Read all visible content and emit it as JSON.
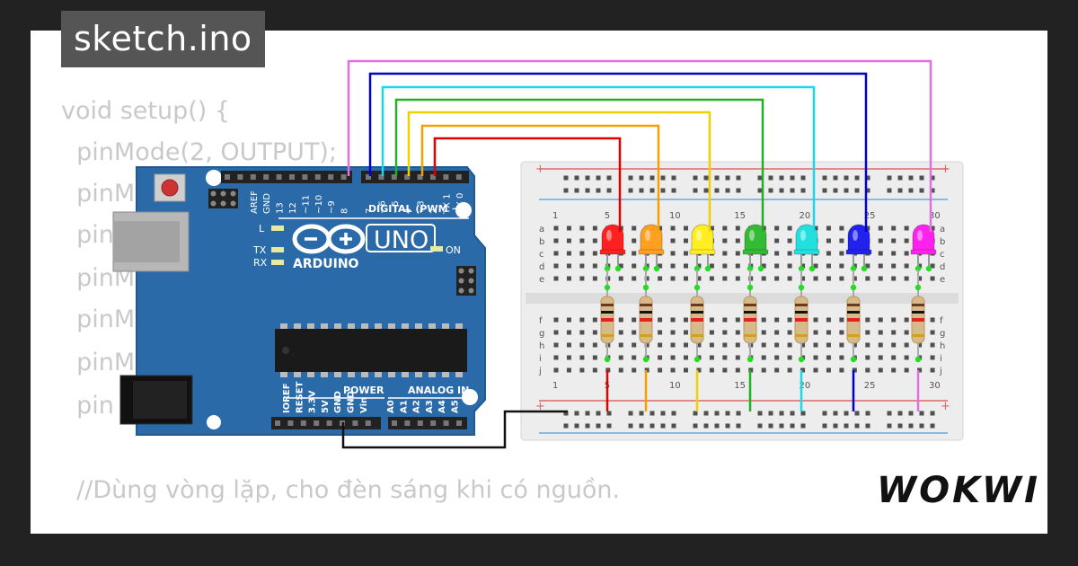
{
  "app": {
    "file_name": "sketch.ino",
    "brand": "WOKWI"
  },
  "code": {
    "lines": [
      "void setup() {",
      "  pinMode(2, OUTPUT);",
      "  pinM",
      "  pin",
      "  pinM",
      "  pinM",
      "  pinM",
      "  pin",
      "",
      "  //Dùng vòng lặp, cho đèn sáng khi có nguồn."
    ]
  },
  "arduino": {
    "digital_pins": [
      "AREF",
      "GND",
      "13",
      "12",
      "~11",
      "~10",
      "~9",
      "8",
      "7",
      "~6",
      "~5",
      "4",
      "~3",
      "2",
      "TX 1",
      "RX 0"
    ],
    "digital_label": "DIGITAL (PWM ~)",
    "model": "UNO",
    "brand": "ARDUINO",
    "led_l": "L",
    "led_tx": "TX",
    "led_rx": "RX",
    "on_label": "ON",
    "power_label": "POWER",
    "analog_label": "ANALOG IN",
    "power_pins": [
      "IOREF",
      "RESET",
      "3.3V",
      "5V",
      "GND",
      "GND",
      "Vin"
    ],
    "analog_pins": [
      "A0",
      "A1",
      "A2",
      "A3",
      "A4",
      "A5"
    ]
  },
  "breadboard": {
    "column_numbers": [
      "1",
      "5",
      "10",
      "15",
      "20",
      "25",
      "30"
    ],
    "rows_top": [
      "a",
      "b",
      "c",
      "d",
      "e"
    ],
    "rows_bottom": [
      "f",
      "g",
      "h",
      "i",
      "j"
    ],
    "plus": "+",
    "minus": "−"
  },
  "leds": [
    {
      "color": "#ff2020",
      "wire": "#e00000"
    },
    {
      "color": "#ffa020",
      "wire": "#f5a000"
    },
    {
      "color": "#ffee22",
      "wire": "#f0d000"
    },
    {
      "color": "#33bb33",
      "wire": "#22b022"
    },
    {
      "color": "#22e0e0",
      "wire": "#1ad8e8"
    },
    {
      "color": "#2222ee",
      "wire": "#0000d0"
    },
    {
      "color": "#ff22ee",
      "wire": "#e070e0"
    }
  ],
  "colors": {
    "board_blue": "#2a6aa8",
    "board_dark": "#1d5a92",
    "breadboard": "#ededed",
    "rail_red": "#e06666",
    "rail_blue": "#66aadd"
  }
}
